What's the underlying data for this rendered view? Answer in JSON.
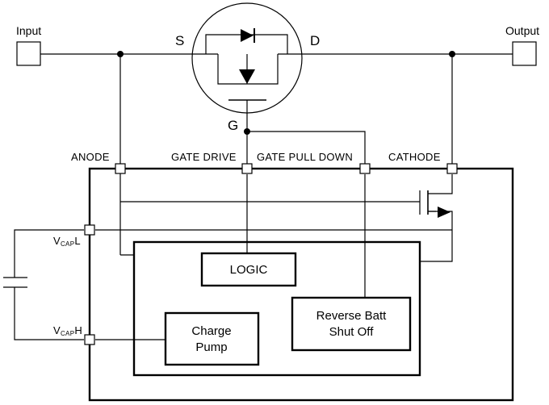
{
  "diagram": {
    "terminals": {
      "input": "Input",
      "output": "Output"
    },
    "mosfet": {
      "source": "S",
      "drain": "D",
      "gate": "G"
    },
    "pins": {
      "anode": "ANODE",
      "gate_drive": "GATE DRIVE",
      "gate_pull_down": "GATE PULL DOWN",
      "cathode": "CATHODE"
    },
    "vcap_l": {
      "main": "V",
      "sub": "CAP",
      "suffix": "L"
    },
    "vcap_h": {
      "main": "V",
      "sub": "CAP",
      "suffix": "H"
    },
    "blocks": {
      "logic": "LOGIC",
      "charge_pump": [
        "Charge",
        "Pump"
      ],
      "reverse_batt": [
        "Reverse Batt",
        "Shut Off"
      ]
    }
  }
}
